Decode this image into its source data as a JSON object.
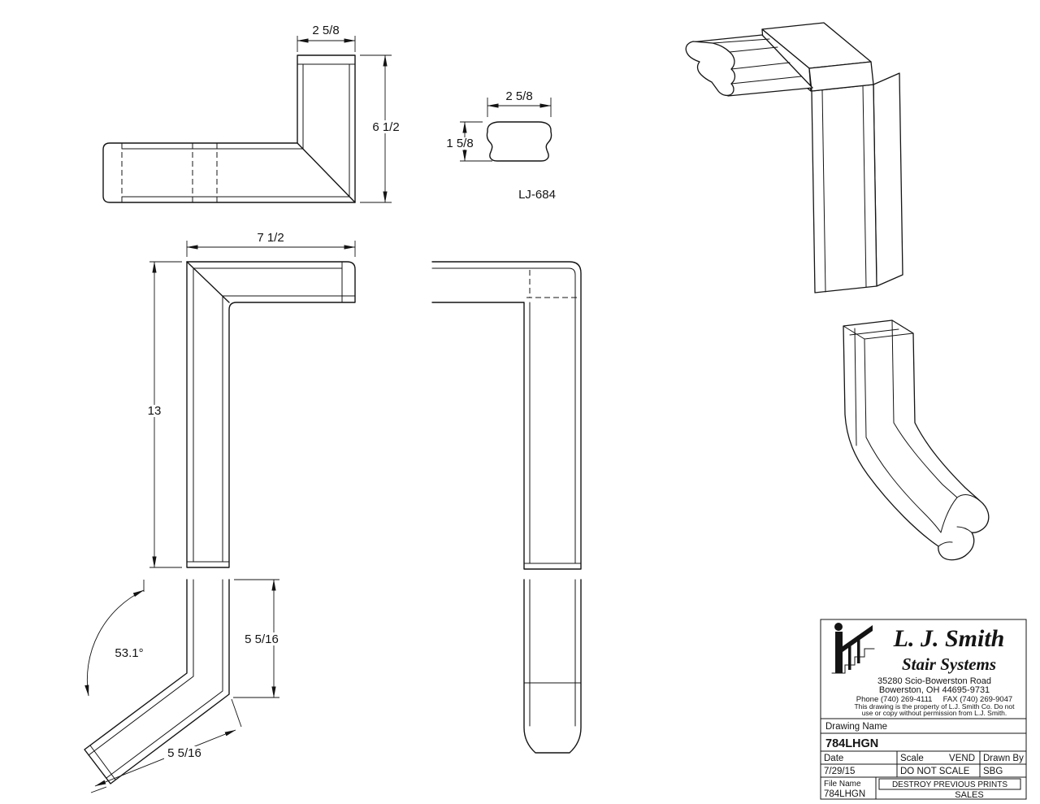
{
  "sheet": {
    "background": "#ffffff",
    "line_color": "#141414"
  },
  "drawing": {
    "views": {
      "plan": {
        "dim_width": "2 5/8",
        "dim_height": "6 1/2"
      },
      "profile": {
        "dim_width": "2 5/8",
        "dim_height": "1 5/8",
        "label": "LJ-684"
      },
      "front": {
        "dim_width": "7 1/2",
        "dim_height": "13"
      },
      "lower": {
        "angle": "53.1°",
        "dim_vertical": "5 5/16",
        "dim_rake": "5 5/16"
      }
    }
  },
  "title_block": {
    "company_name": "L. J. Smith",
    "company_tagline": "Stair Systems",
    "address_line1": "35280 Scio-Bowerston Road",
    "address_line2": "Bowerston, OH 44695-9731",
    "phone_fax": "Phone (740) 269-4111     FAX (740) 269-9047",
    "notice_line1": "This drawing is the property of L.J. Smith Co. Do not",
    "notice_line2": "use or copy without permission from L.J. Smith.",
    "drawing_name_label": "Drawing Name",
    "drawing_name": "784LHGN",
    "date_label": "Date",
    "date_value": "7/29/15",
    "scale_label": "Scale",
    "scale_tag": "VEND",
    "scale_value": "DO NOT SCALE",
    "drawn_by_label": "Drawn By",
    "drawn_by_value": "SBG",
    "file_name_label": "File Name",
    "file_name_value": "784LHGN",
    "destroy_note": "DESTROY PREVIOUS PRINTS",
    "sales_note": "SALES"
  }
}
